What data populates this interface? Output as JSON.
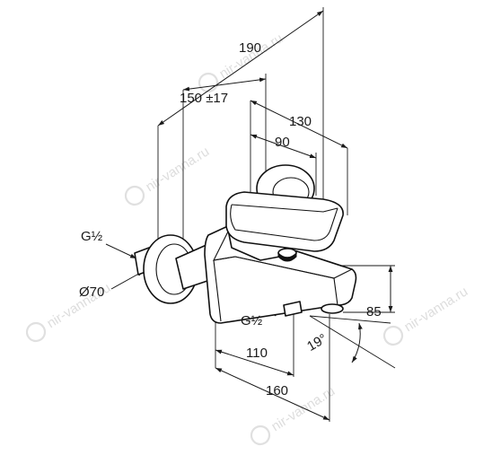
{
  "watermark": {
    "text": "nir-vanna.ru"
  },
  "dimensions": {
    "d190": "190",
    "d150": "150 ±17",
    "d130": "130",
    "d90": "90",
    "d85": "85",
    "d110": "110",
    "d160": "160",
    "angle": "19°",
    "thread_wall": "G½",
    "thread_outlet": "G½",
    "diameter": "Ø70"
  },
  "colors": {
    "line": "#111111",
    "watermark": "#dddddd"
  }
}
